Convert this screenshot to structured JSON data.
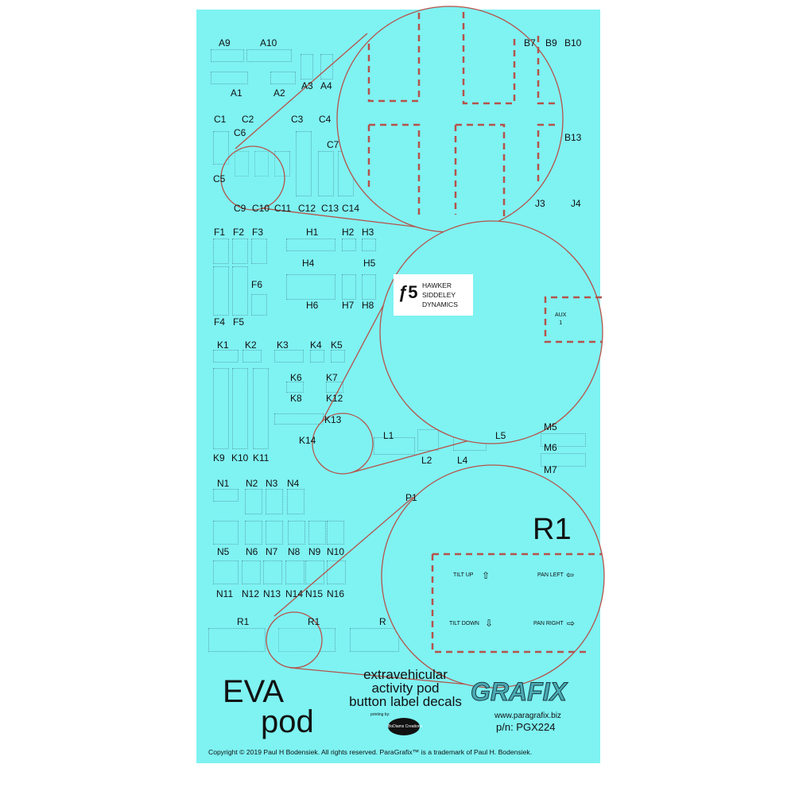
{
  "labels": [
    "A9",
    "A10",
    "A1",
    "A2",
    "A3",
    "A4",
    "B7",
    "B9",
    "B10",
    "B13",
    "C1",
    "C2",
    "C3",
    "C4",
    "C6",
    "C7",
    "C5",
    "C9",
    "C10",
    "C11",
    "C12",
    "C13",
    "C14",
    "J3",
    "J4",
    "F1",
    "F2",
    "F3",
    "H1",
    "H2",
    "H3",
    "H4",
    "H5",
    "F6",
    "H6",
    "H7",
    "H8",
    "F4",
    "F5",
    "K1",
    "K2",
    "K3",
    "K4",
    "K5",
    "K6",
    "K7",
    "K8",
    "K12",
    "K13",
    "K14",
    "L1",
    "L2",
    "L4",
    "L5",
    "M5",
    "M6",
    "M7",
    "K9",
    "K10",
    "K11",
    "N1",
    "N2",
    "N3",
    "N4",
    "P1",
    "N5",
    "N6",
    "N7",
    "N8",
    "N9",
    "N10",
    "N11",
    "N12",
    "N13",
    "N14",
    "N15",
    "N16",
    "R1",
    "R1",
    "R"
  ],
  "detail_hsd": {
    "line1": "HAWKER",
    "line2": "SIDDELEY",
    "line3": "DYNAMICS",
    "aux": "AUX\n1"
  },
  "detail_r1": {
    "title": "R1",
    "tilt_up": "TILT UP",
    "pan_left": "PAN LEFT",
    "tilt_down": "TILT DOWN",
    "pan_right": "PAN RIGHT"
  },
  "title": {
    "big1": "EVA",
    "big2": "pod",
    "line1": "extravehicular",
    "line2": "activity pod",
    "line3": "button label decals"
  },
  "brand": {
    "logo": "GRAFIX",
    "url": "www.paragrafix.biz",
    "pn": "p/n: PGX224",
    "printing": "printing by:",
    "printer": "BoDiams Creations"
  },
  "copyright": "Copyright © 2019 Paul H Bodensiek. All rights reserved. ParaGrafix™ is a trademark of Paul H. Bodensiek.",
  "colors": {
    "sheet": "#7ff2f2",
    "outline": "#b5534a"
  }
}
